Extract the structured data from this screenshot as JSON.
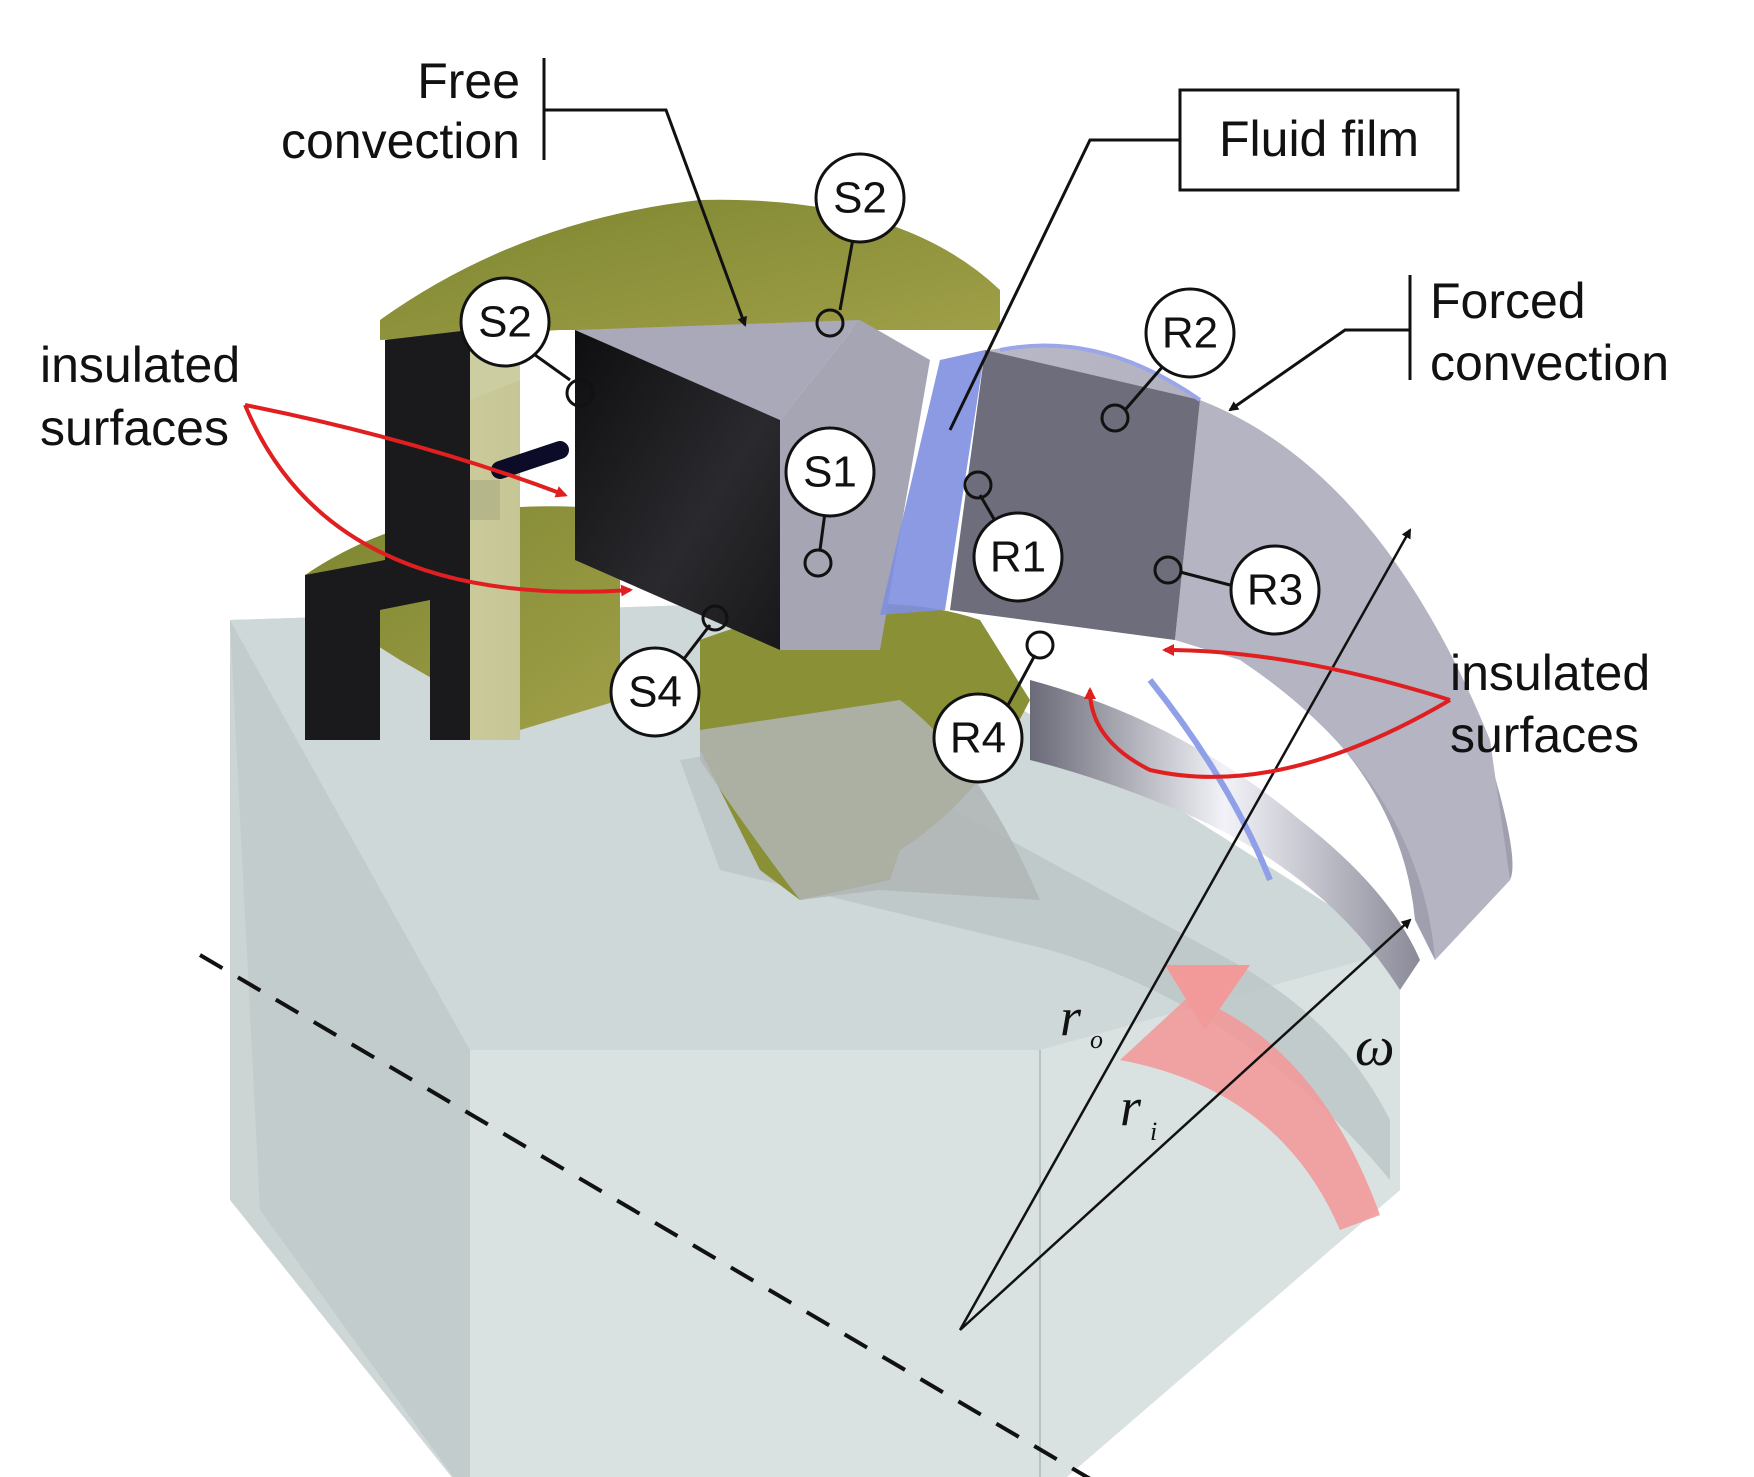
{
  "labels": {
    "free_convection_line1": "Free",
    "free_convection_line2": "convection",
    "fluid_film": "Fluid film",
    "forced_convection_line1": "Forced",
    "forced_convection_line2": "convection",
    "insulated_left_line1": "insulated",
    "insulated_left_line2": "surfaces",
    "insulated_right_line1": "insulated",
    "insulated_right_line2": "surfaces",
    "r_outer": "r",
    "r_outer_sub": "o",
    "r_inner": "r",
    "r_inner_sub": "i",
    "omega": "ω"
  },
  "sensors": {
    "s2_top": "S2",
    "s2_left": "S2",
    "s1": "S1",
    "s4": "S4",
    "r1": "R1",
    "r2": "R2",
    "r3": "R3",
    "r4": "R4"
  },
  "colors": {
    "stator_green": "#8c8f3a",
    "dark_pad": "#1c1c1e",
    "rotor_grey": "#a8a8b8",
    "fluid_film_blue": "#7f8fe0",
    "base_light": "#d4dcdc",
    "annotation_red": "#e02020",
    "omega_arrow": "#f29a9a"
  }
}
